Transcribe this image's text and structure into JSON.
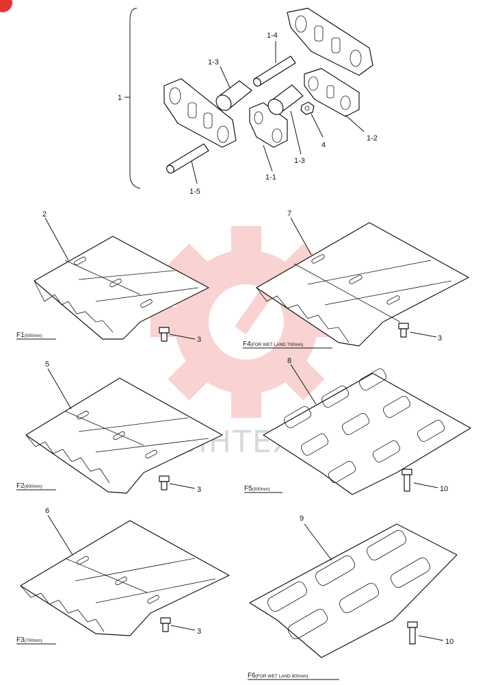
{
  "labels": {
    "l1": "1",
    "l1_2": "1-2",
    "l1_3a": "1-3",
    "l1_3b": "1-3",
    "l1_4": "1-4",
    "l1_5": "1-5",
    "l1_1": "1-1",
    "l4": "4",
    "l2": "2",
    "l7": "7",
    "l5": "5",
    "l8": "8",
    "l6": "6",
    "l9": "9",
    "l3a": "3",
    "l3b": "3",
    "l3c": "3",
    "l3d": "3",
    "l10a": "10",
    "l10b": "10"
  },
  "captions": {
    "f1": "F1",
    "f1_spec": "(500mm)",
    "f2": "F2",
    "f2_spec": "(600mm)",
    "f3": "F3",
    "f3_spec": "(700mm)",
    "f4": "F4",
    "f4_spec": "(FOR WET LAND 700mm)",
    "f5": "F5",
    "f5_spec": "(500mm)",
    "f6": "F6",
    "f6_spec": "(FOR WET LAND 800mm)"
  },
  "watermark": {
    "text": "ИНТЕХ",
    "color": "#f08080"
  },
  "icons": [
    "gear-watermark-icon",
    "corner-badge-icon"
  ]
}
